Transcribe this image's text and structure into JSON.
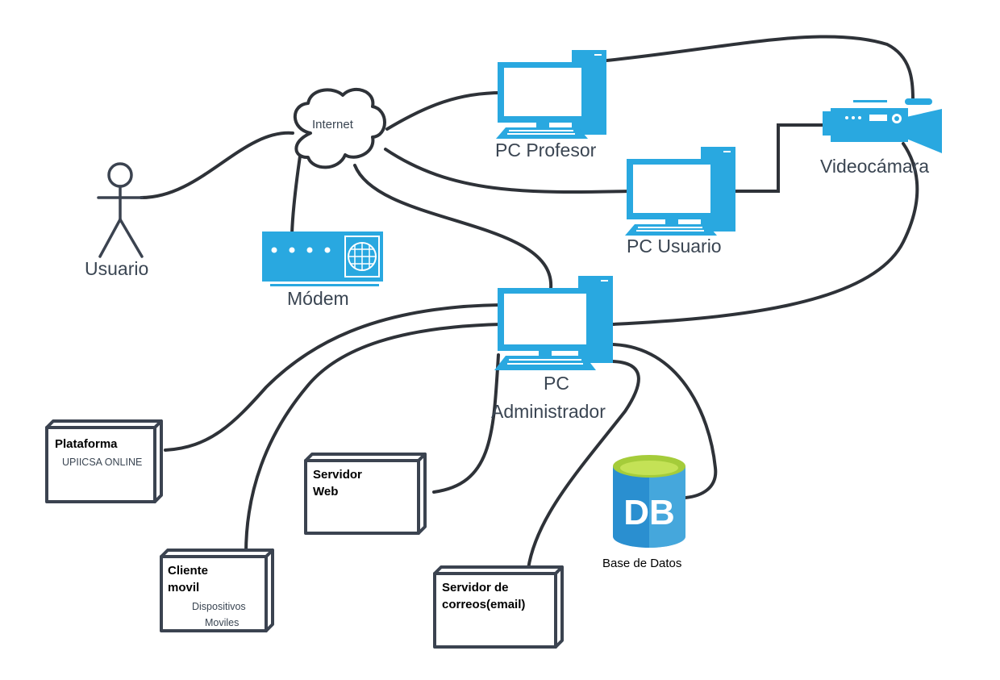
{
  "colors": {
    "device_blue": "#29a8e0",
    "line": "#2e3238",
    "node_stroke": "#3b4350",
    "db_top": "#a5cc3a",
    "db_body": "#2a8fd0"
  },
  "labels": {
    "internet": "Internet",
    "usuario": "Usuario",
    "modem": "Módem",
    "pc_profesor": "PC Profesor",
    "pc_usuario": "PC Usuario",
    "videocamara": "Videocámara",
    "pc_admin_line1": "PC",
    "pc_admin_line2": "Administrador",
    "db_mark": "DB",
    "base_datos": "Base de Datos"
  },
  "nodes": {
    "plataforma": {
      "title": "Plataforma",
      "sub": "UPIICSA ONLINE"
    },
    "servidor_web": {
      "title_1": "Servidor",
      "title_2": "Web"
    },
    "cliente_movil": {
      "title_1": "Cliente",
      "title_2": "movil",
      "sub_1": "Dispositivos",
      "sub_2": "Moviles"
    },
    "servidor_correos": {
      "title_1": "Servidor de",
      "title_2": "correos(email)"
    }
  }
}
